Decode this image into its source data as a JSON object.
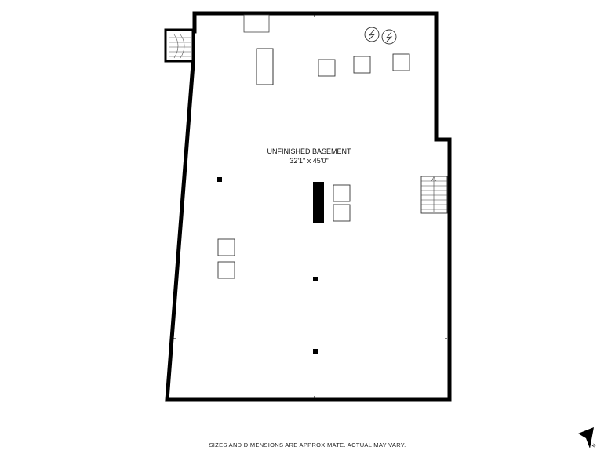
{
  "floorplan": {
    "room_name": "UNFINISHED BASEMENT",
    "room_dimensions": "32'1\" x 45'0\"",
    "disclaimer": "SIZES AND DIMENSIONS ARE APPROXIMATE. ACTUAL MAY VARY.",
    "north_label": "N",
    "colors": {
      "wall": "#000000",
      "fixture_stroke": "#333333",
      "background": "#ffffff"
    }
  }
}
